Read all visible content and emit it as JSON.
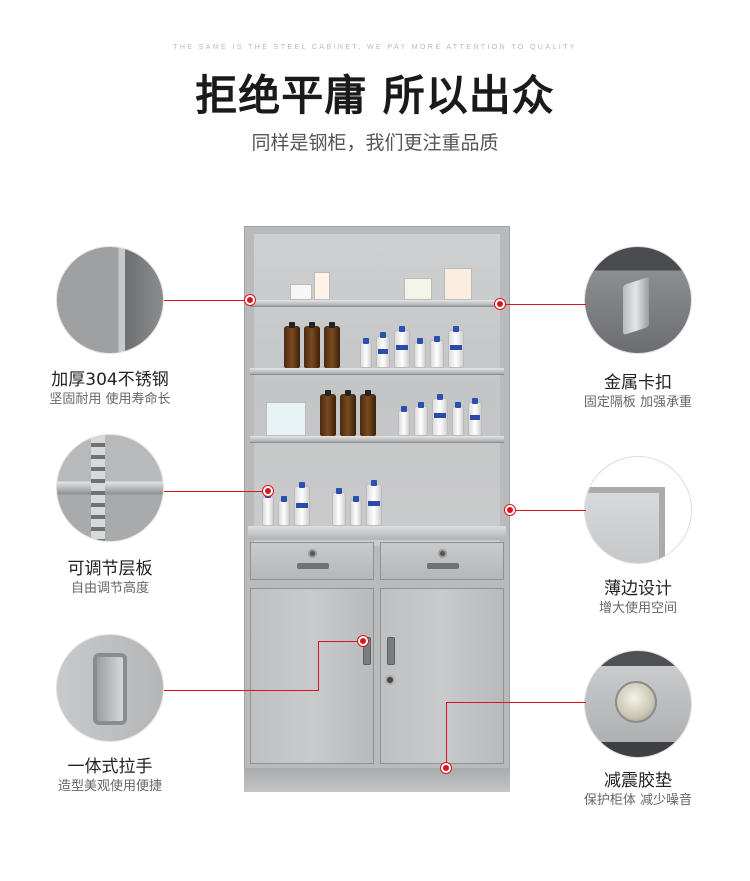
{
  "header": {
    "tagline": "THE SAME IS THE STEEL CABINET, WE PAY MORE ATTENTION TO QUALITY",
    "headline": "拒绝平庸 所以出众",
    "subhead": "同样是钢柜，我们更注重品质"
  },
  "features": [
    {
      "title": "加厚304不锈钢",
      "subtitle": "坚固耐用 使用寿命长",
      "icon": "steel-texture-icon"
    },
    {
      "title": "可调节层板",
      "subtitle": "自由调节高度",
      "icon": "adjustable-shelf-icon"
    },
    {
      "title": "一体式拉手",
      "subtitle": "造型美观使用便捷",
      "icon": "recessed-handle-icon"
    },
    {
      "title": "金属卡扣",
      "subtitle": "固定隔板 加强承重",
      "icon": "metal-clip-icon"
    },
    {
      "title": "薄边设计",
      "subtitle": "增大使用空间",
      "icon": "thin-edge-icon"
    },
    {
      "title": "减震胶垫",
      "subtitle": "保护柜体 减少噪音",
      "icon": "rubber-pad-icon"
    }
  ],
  "colors": {
    "accent": "#d9141c",
    "steel": "#b9babb",
    "text": "#222222"
  }
}
